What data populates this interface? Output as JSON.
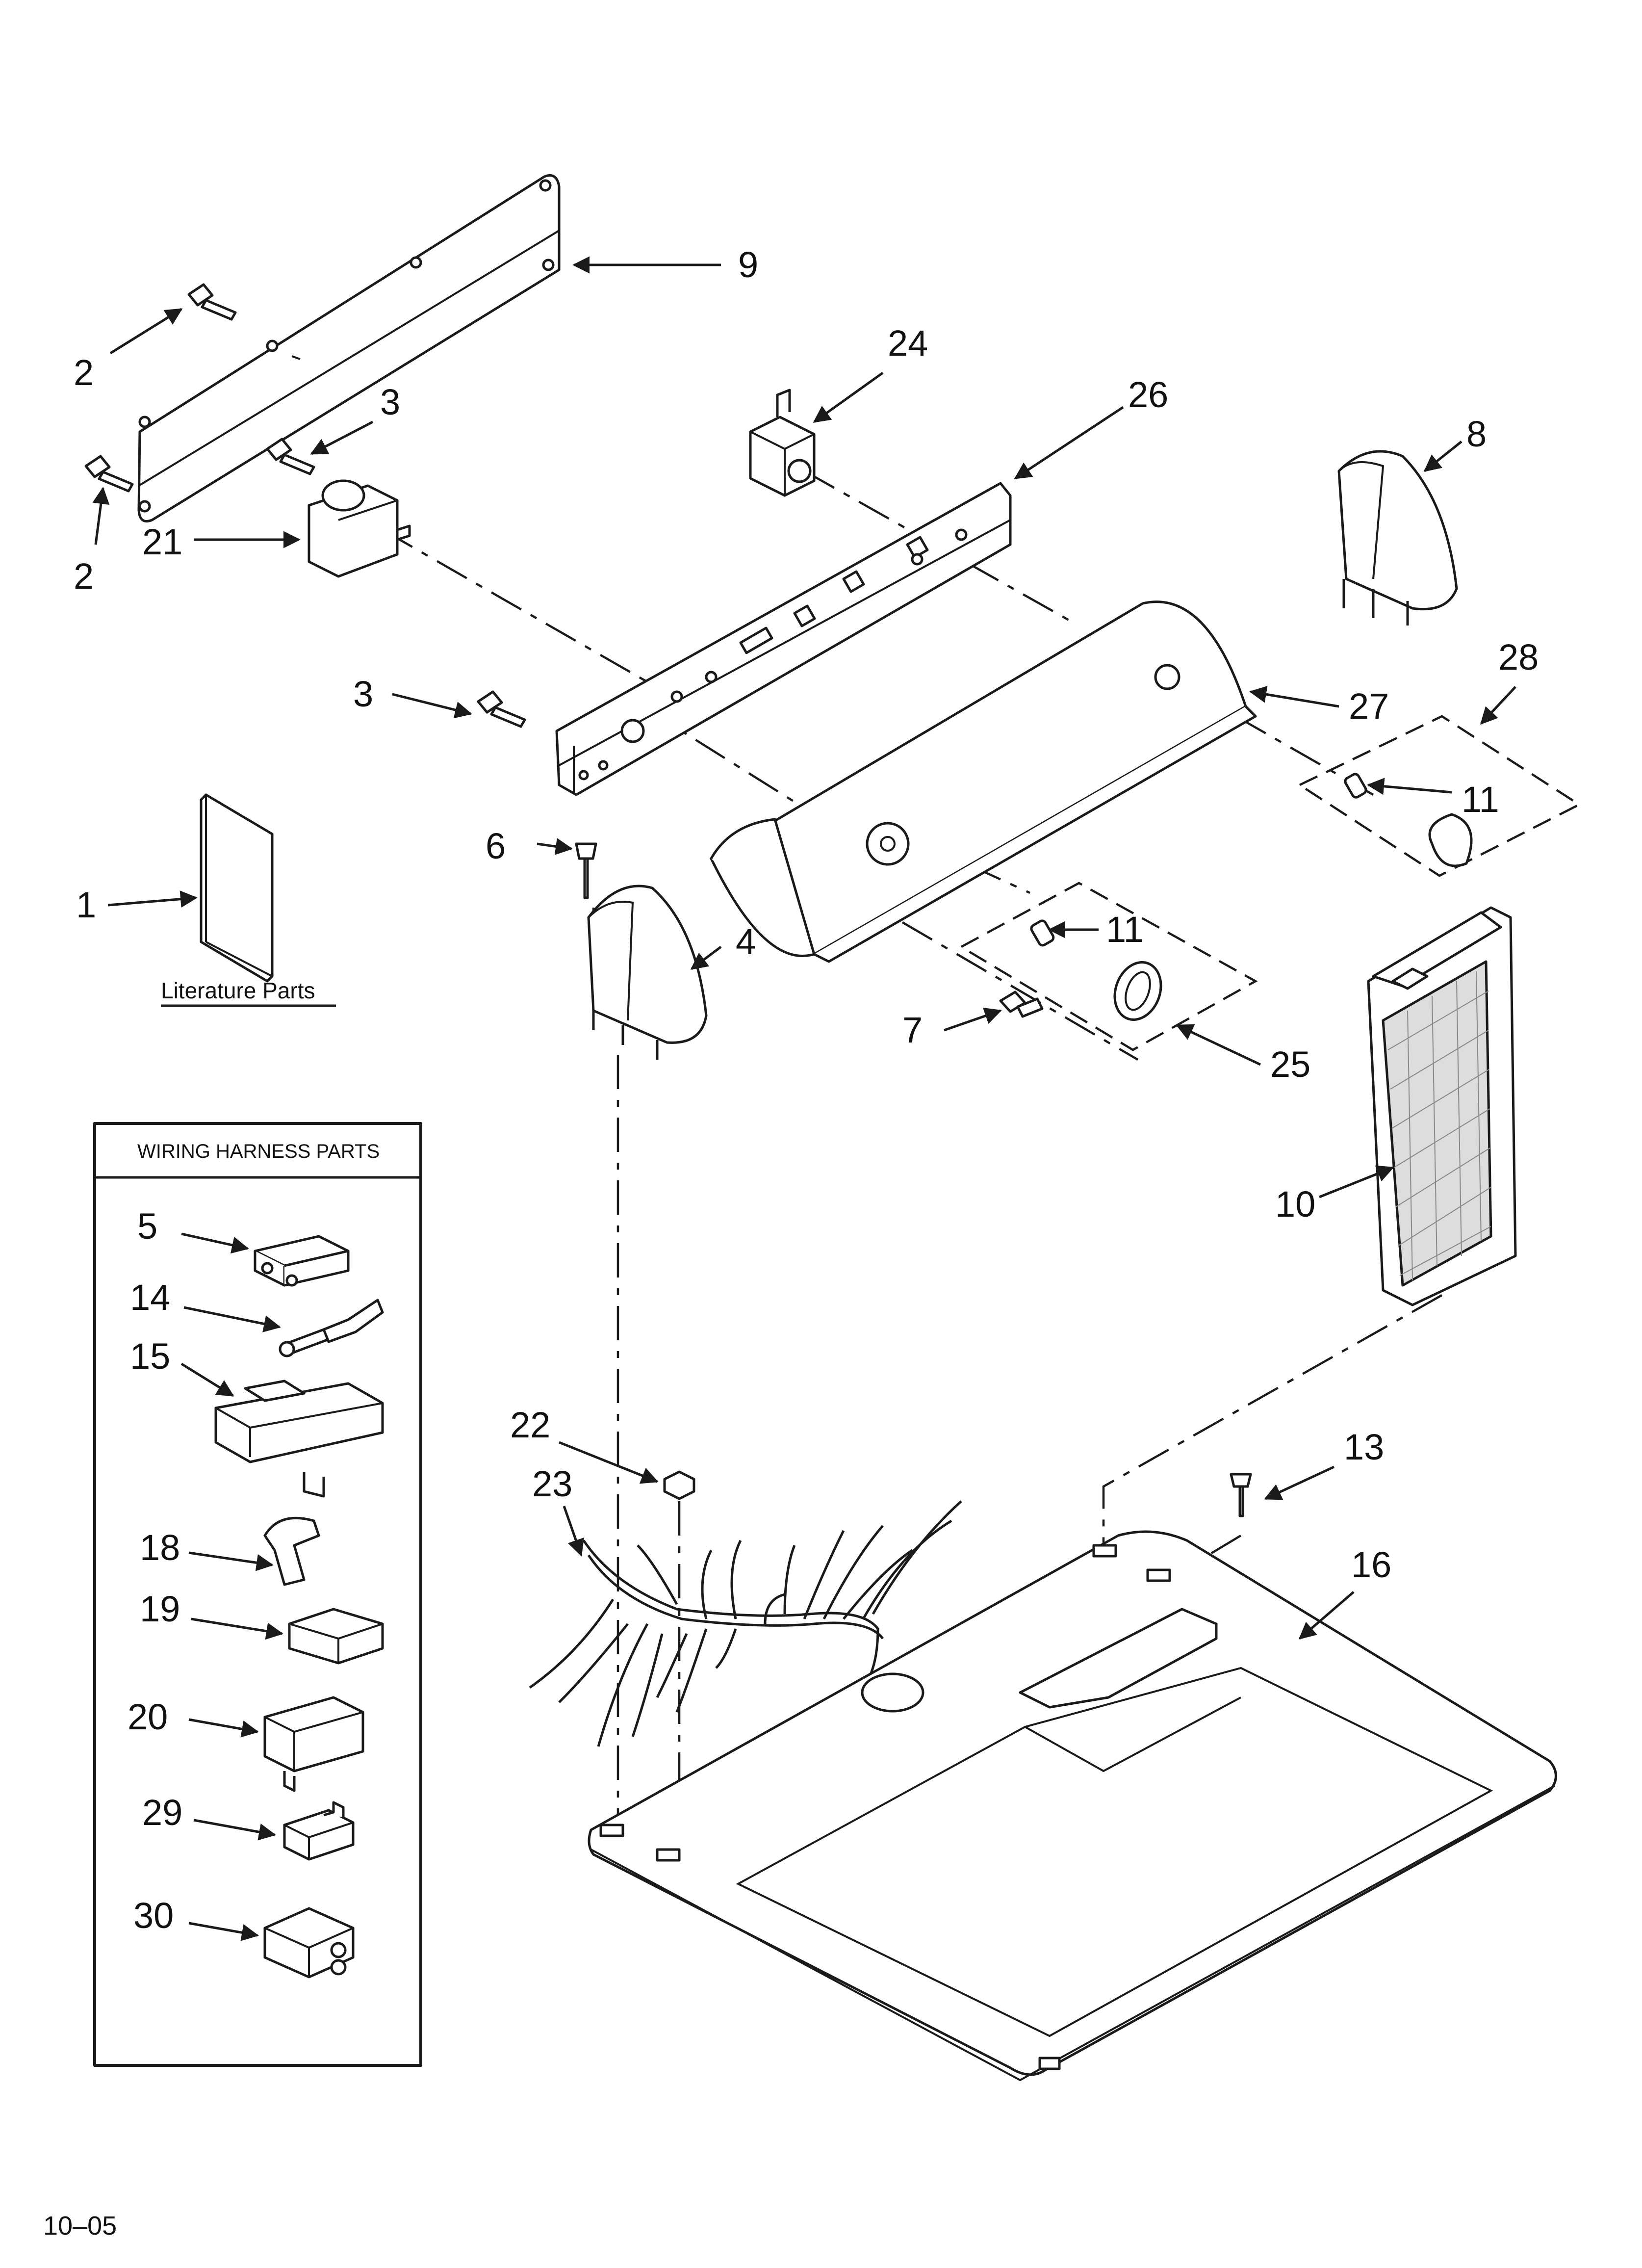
{
  "callouts": [
    {
      "id": "c9",
      "text": "9"
    },
    {
      "id": "c2a",
      "text": "2"
    },
    {
      "id": "c2b",
      "text": "2"
    },
    {
      "id": "c3a",
      "text": "3"
    },
    {
      "id": "c21",
      "text": "21"
    },
    {
      "id": "c3b",
      "text": "3"
    },
    {
      "id": "c24",
      "text": "24"
    },
    {
      "id": "c26",
      "text": "26"
    },
    {
      "id": "c8",
      "text": "8"
    },
    {
      "id": "c28",
      "text": "28"
    },
    {
      "id": "c27",
      "text": "27"
    },
    {
      "id": "c11a",
      "text": "11"
    },
    {
      "id": "c6",
      "text": "6"
    },
    {
      "id": "c1",
      "text": "1"
    },
    {
      "id": "c4",
      "text": "4"
    },
    {
      "id": "c11b",
      "text": "11"
    },
    {
      "id": "c7",
      "text": "7"
    },
    {
      "id": "c25",
      "text": "25"
    },
    {
      "id": "c10",
      "text": "10"
    },
    {
      "id": "c5",
      "text": "5"
    },
    {
      "id": "c14",
      "text": "14"
    },
    {
      "id": "c15",
      "text": "15"
    },
    {
      "id": "c22",
      "text": "22"
    },
    {
      "id": "c23",
      "text": "23"
    },
    {
      "id": "c13",
      "text": "13"
    },
    {
      "id": "c16",
      "text": "16"
    },
    {
      "id": "c18",
      "text": "18"
    },
    {
      "id": "c19",
      "text": "19"
    },
    {
      "id": "c20",
      "text": "20"
    },
    {
      "id": "c29",
      "text": "29"
    },
    {
      "id": "c30",
      "text": "30"
    }
  ],
  "literature_label": "Literature Parts",
  "wiring_box_title": "WIRING HARNESS PARTS",
  "footer_code": "10–05",
  "colors": {
    "ink": "#1a1a1a",
    "paper": "#ffffff",
    "screen": "#cccccc"
  }
}
